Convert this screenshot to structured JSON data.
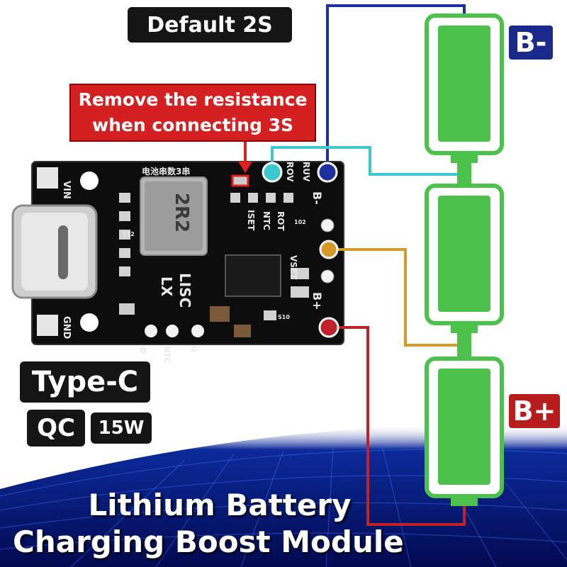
{
  "header_badge": "Default 2S",
  "warning": {
    "line1": "Remove the resistance",
    "line2": "when connecting 3S"
  },
  "terminals": {
    "negative": "B-",
    "positive": "B+"
  },
  "features": {
    "connector": "Type-C",
    "protocol": "QC",
    "power": "15W"
  },
  "title": {
    "line1": "Lithium Battery",
    "line2": "Charging Boost Module"
  },
  "board": {
    "pin_vin": "VIN",
    "pin_gnd": "GND",
    "pin_b_minus": "B-",
    "pin_b_plus": "B+",
    "inductor": "2R2",
    "lx": "LX",
    "lisc": "LISC",
    "vset": "VSET",
    "iset": "ISET",
    "rov": "ROV",
    "ruv": "RUV",
    "ntc": "NTC",
    "rot": "ROT",
    "pad_d": "D",
    "pad_ntc": "NTC",
    "pad_g": "G",
    "cap_512": "512",
    "cap_102": "102",
    "cap_s10": "S10",
    "chinese_text": "电池串数3串"
  },
  "colors": {
    "battery": "#4cc24c",
    "wire_negative": "#1e2fa0",
    "wire_rov": "#3cc8d0",
    "wire_mid": "#d9982a",
    "wire_positive": "#c0222a",
    "terminal_negative_bg": "#1a2a8c",
    "terminal_positive_bg": "#b81c1c"
  }
}
